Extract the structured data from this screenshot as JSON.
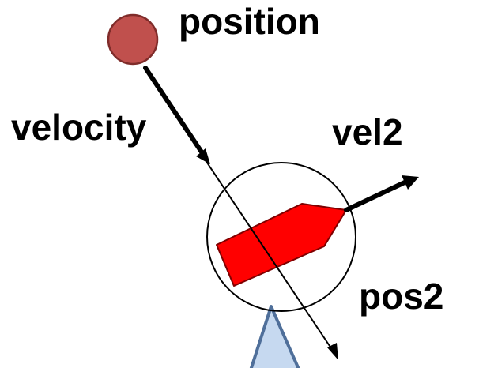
{
  "labels": {
    "position": "position",
    "velocity": "velocity",
    "vel2": "vel2",
    "pos2": "pos2"
  },
  "colors": {
    "position_ball_fill": "#c0504d",
    "position_ball_stroke": "#7f2c2a",
    "ship_fill": "#ff0000",
    "ship_stroke": "#7f0000",
    "cone_fill": "#c6d9f0",
    "cone_stroke": "#4f6f9a",
    "arrow": "#000000"
  },
  "icons": {
    "position_marker": "circle",
    "ship": "arrow-ship",
    "cone": "triangle-cone"
  }
}
